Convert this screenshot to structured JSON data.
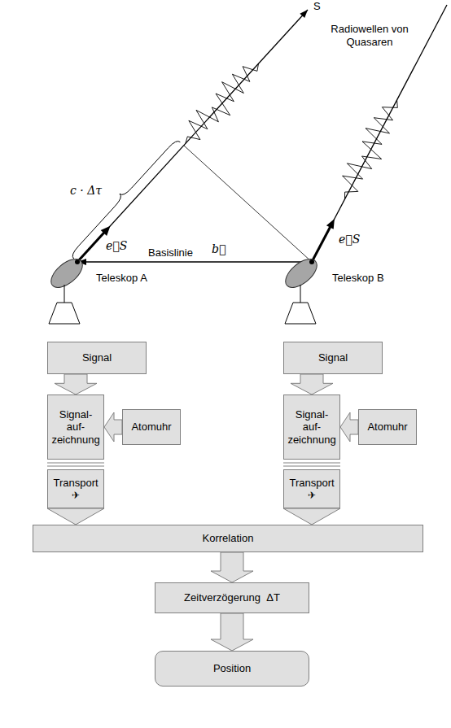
{
  "diagram": {
    "nodes": [
      {
        "text": [
          "Signal"
        ]
      },
      {
        "text": [
          "Signal"
        ]
      },
      {
        "text": [
          "Signal- auf- zeichnung"
        ]
      },
      {
        "text": [
          "Atomuhr"
        ]
      },
      {
        "text": [
          "Signal- auf- zeichnung"
        ]
      },
      {
        "text": [
          "Atomuhr"
        ]
      },
      {
        "text": [
          "Transport",
          "✈"
        ]
      },
      {
        "text": [
          "Transport",
          "✈"
        ]
      },
      {
        "text": [
          "Korrelation"
        ]
      },
      {
        "text": [
          "Zeitverzögerung  ΔT"
        ]
      },
      {
        "text": [
          "Position"
        ]
      }
    ],
    "edges": [
      {
        "from": 0,
        "to": 2,
        "arrow": "to"
      },
      {
        "from": 1,
        "to": 4,
        "arrow": "to"
      },
      {
        "from": 3,
        "to": 2,
        "arrow": "to"
      },
      {
        "from": 5,
        "to": 4,
        "arrow": "to"
      },
      {
        "from": 2,
        "to": 6,
        "arrow": "none"
      },
      {
        "from": 4,
        "to": 7,
        "arrow": "none"
      },
      {
        "from": 6,
        "to": 8,
        "arrow": "to"
      },
      {
        "from": 7,
        "to": 8,
        "arrow": "to"
      },
      {
        "from": 8,
        "to": 9,
        "arrow": "to"
      },
      {
        "from": 9,
        "to": 10,
        "arrow": "to"
      }
    ],
    "labels": [
      "S",
      "Radiowellen von Quasaren",
      "c · Δτ",
      "e⃗S",
      "Basislinie",
      "b⃗",
      "e⃗S",
      "Teleskop A",
      "Teleskop B"
    ]
  }
}
